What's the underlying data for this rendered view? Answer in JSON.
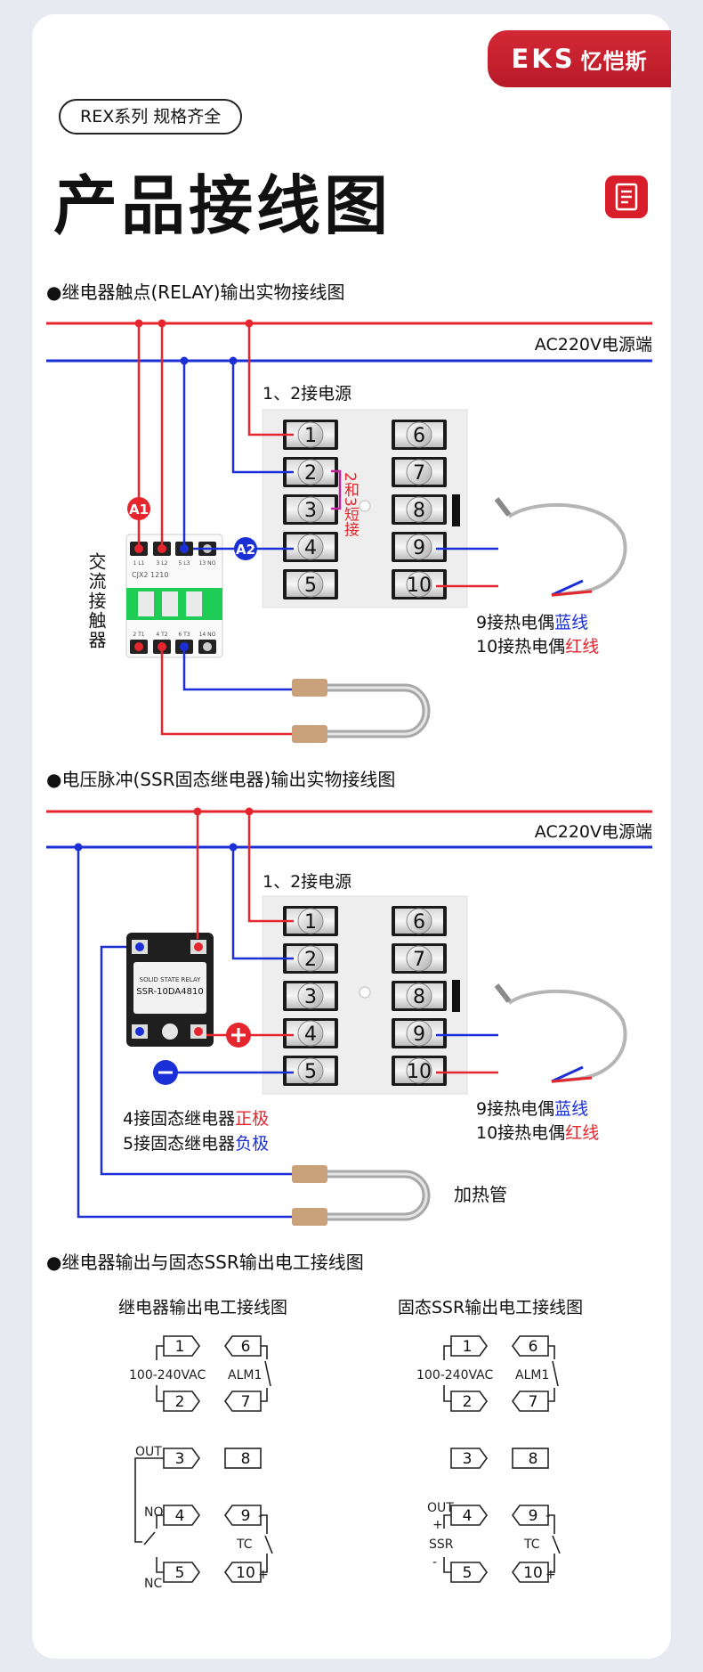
{
  "brand": {
    "latin": "EKS",
    "cn": "忆恺斯"
  },
  "tag": "REX系列  规格齐全",
  "title": "产品接线图",
  "colors": {
    "red": "#e5262e",
    "blue": "#1a2fd6",
    "brand": "#c8202e"
  },
  "sec1": {
    "heading": "●继电器触点(RELAY)输出实物接线图",
    "ac_label": "AC220V电源端",
    "power_label": "1、2接电源",
    "short_label": "2和3短接",
    "contactor_label": "交流接触器",
    "a1": "A1",
    "a2": "A2",
    "contactor_model": "CJX2 1210",
    "contactor_top": [
      "1 L1",
      "3 L2",
      "5 L3",
      "13 NO"
    ],
    "contactor_bottom": [
      "2 T1",
      "4 T2",
      "6 T3",
      "14 NO"
    ],
    "tc_blue_prefix": "9接热电偶",
    "tc_blue_word": "蓝线",
    "tc_red_prefix": "10接热电偶",
    "tc_red_word": "红线"
  },
  "sec2": {
    "heading": "●电压脉冲(SSR固态继电器)输出实物接线图",
    "ac_label": "AC220V电源端",
    "power_label": "1、2接电源",
    "ssr_brand": "SOLID STATE RELAY",
    "ssr_model": "SSR-10DA4810",
    "ssr_line1_prefix": "4接固态继电器",
    "ssr_line1_word": "正极",
    "ssr_line2_prefix": "5接固态继电器",
    "ssr_line2_word": "负极",
    "heater_label": "加热管",
    "tc_blue_prefix": "9接热电偶",
    "tc_blue_word": "蓝线",
    "tc_red_prefix": "10接热电偶",
    "tc_red_word": "红线"
  },
  "sec3": {
    "heading": "●继电器输出与固态SSR输出电工接线图",
    "left_title": "继电器输出电工接线图",
    "right_title": "固态SSR输出电工接线图",
    "supply": "100-240VAC",
    "alm": "ALM1",
    "out": "OUT",
    "no": "NO",
    "nc": "NC",
    "tc": "TC",
    "ssr": "SSR",
    "plus": "+",
    "minus": "-"
  },
  "terminals": {
    "left": [
      "1",
      "2",
      "3",
      "4",
      "5"
    ],
    "right": [
      "6",
      "7",
      "8",
      "9",
      "10"
    ]
  }
}
